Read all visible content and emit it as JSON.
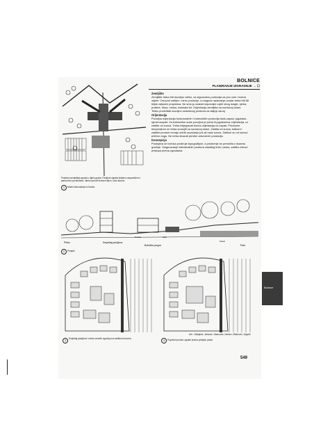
{
  "header": {
    "title": "BOLNICE",
    "subtitle": "PLANIRANJE IZGRADNJE → ☐"
  },
  "sections": [
    {
      "heading": "Zemljište",
      "text": "Zemljište treba biti dovoljno veliko, sa sigurnošću podnožja za pro-rone i bočna odjele. Osnovni zahtjev: mirno područje, a moguća rastezanja unutar treba biti 68 blijoš zaljučen propisima. Ne sme-ju nastati nepovoljni uvjeti zbog magle, vjetra, prašine, dima, mirisa, insekata itd. Orijentacija zemljišta na sunčanoj strani. Teško predviđati dovoljno slobodnog prostora za daljnji razvoj."
    },
    {
      "heading": "Orijentacija",
      "text": "Povoljna orijentacija funkcionalnih i bolesničkih prostorija istok-zapad, jugoistok-sjeverozapad. Za bolesničke sobe povoljna je južna ili jugoistočna orijentacija, uz zaštitu od sunca. Treba izbjegavati bočna orijentacija na zapad. Previsoke temperature ne treba smanjiti na sunčanoj strani. Zaštita od sunca, balkoni i zaštitni prostori moraju dobiti osunčanje još ali malo sunca. Zaštoni su od sunca i prilično dugo. Ne treba stvarati previše zatvorenih prostorija."
    },
    {
      "heading": "Koncepcija",
      "text": "Postojeća se bolnica proširuje topografijom, a proširenje se predviđa u fazama gradnje. Osiguravanje individualnih prostora vlastitog krila i parka, zaštita vrtova i pristupa prema zgradama."
    }
  ],
  "captions": {
    "fig1": "Model dobrodošao iz tlocrta",
    "fig1_note": "Pravilan razmještaj zgrada u dijelu grada. Paviljoni zgrada skladno raspoređeni u parkovnim površinama. Interni promet bolnice lijevo, ulaz istočno.",
    "fig2": "Presjek",
    "fig3": "Smještaj paviljona i odnos između zgrada pod zaštitom krovova",
    "fig4": "Poprečni prostor zgrade prema predjelu parka",
    "credit": "Arh.: Zidbjanić, Jerković, Ušanovac, Nemec, Milanović, Zagreb"
  },
  "figure_labels": {
    "section_left": "Prilaz",
    "section_mid": "Bolnička jezgra",
    "section_right": "Park",
    "section_b1": "Smještaj paviljona",
    "section_b2": "Terasa",
    "section_b3": "Ulaz",
    "section_b4": "Kanal"
  },
  "tab_label": "Bolnice",
  "page_number": "549"
}
